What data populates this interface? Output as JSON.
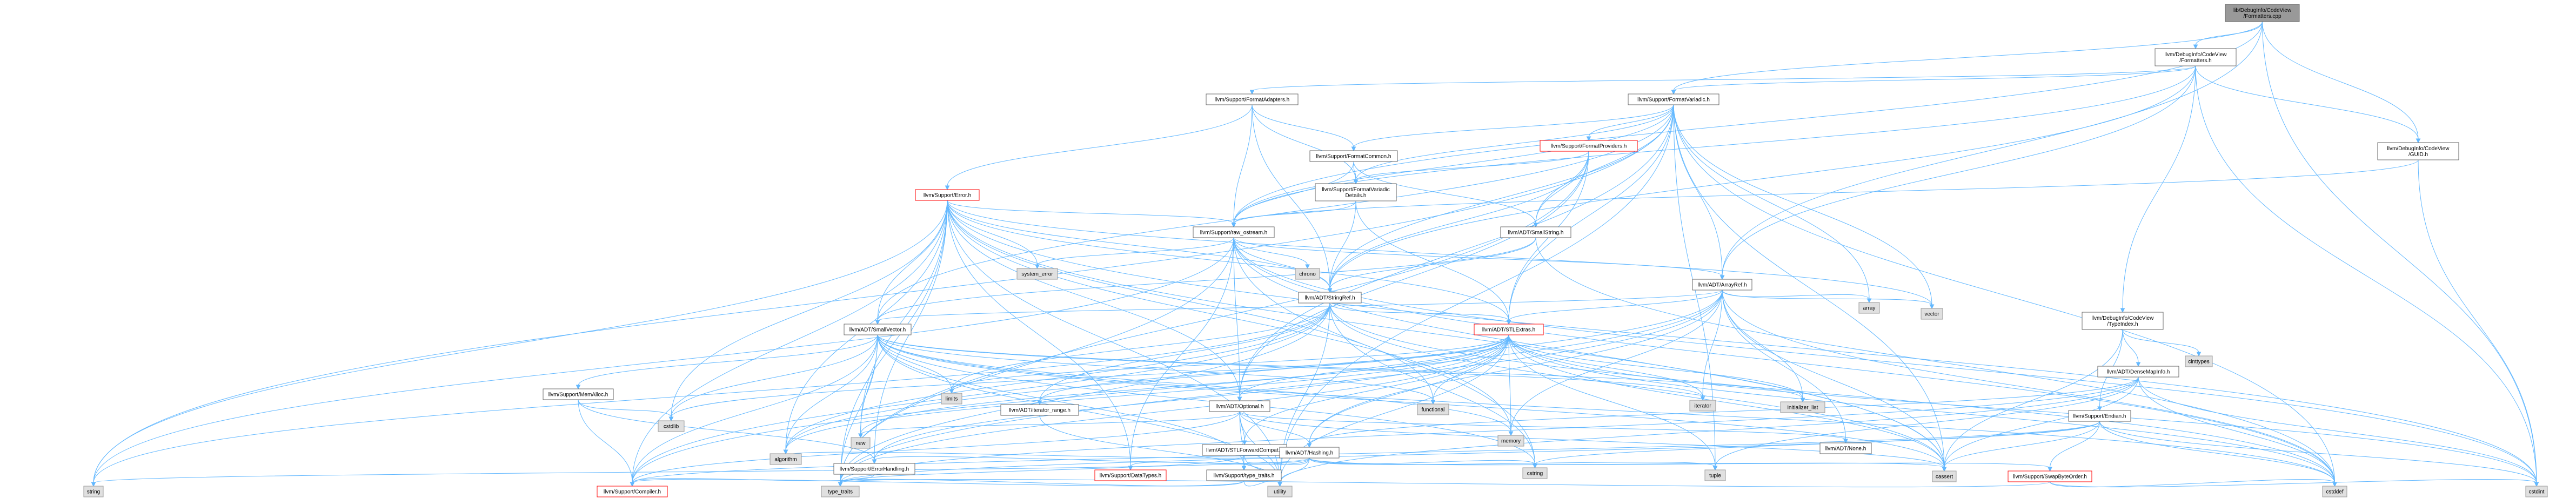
{
  "colors": {
    "edge": "#63b8ff",
    "root_fill": "#999999",
    "root_stroke": "#666666",
    "node_fill": "#ffffff",
    "node_stroke": "#666666",
    "system_fill": "#e0e0e0",
    "system_stroke": "#999999",
    "incomplete_stroke": "#ff0000"
  },
  "nodes": [
    {
      "id": "root",
      "lines": [
        "lib/DebugInfo/CodeView",
        "/Formatters.cpp"
      ],
      "kind": "root"
    },
    {
      "id": "formatters_h",
      "lines": [
        "llvm/DebugInfo/CodeView",
        "/Formatters.h"
      ],
      "kind": "normal"
    },
    {
      "id": "format_adapters",
      "lines": [
        "llvm/Support/FormatAdapters.h"
      ],
      "kind": "normal"
    },
    {
      "id": "format_variadic",
      "lines": [
        "llvm/Support/FormatVariadic.h"
      ],
      "kind": "normal"
    },
    {
      "id": "guid_h",
      "lines": [
        "llvm/DebugInfo/CodeView",
        "/GUID.h"
      ],
      "kind": "normal"
    },
    {
      "id": "format_common",
      "lines": [
        "llvm/Support/FormatCommon.h"
      ],
      "kind": "normal"
    },
    {
      "id": "format_providers",
      "lines": [
        "llvm/Support/FormatProviders.h"
      ],
      "kind": "incomplete"
    },
    {
      "id": "error_h",
      "lines": [
        "llvm/Support/Error.h"
      ],
      "kind": "incomplete"
    },
    {
      "id": "fv_details",
      "lines": [
        "llvm/Support/FormatVariadic",
        "Details.h"
      ],
      "kind": "normal"
    },
    {
      "id": "small_string",
      "lines": [
        "llvm/ADT/SmallString.h"
      ],
      "kind": "normal"
    },
    {
      "id": "raw_ostream",
      "lines": [
        "llvm/Support/raw_ostream.h"
      ],
      "kind": "normal"
    },
    {
      "id": "system_error",
      "lines": [
        "system_error"
      ],
      "kind": "system"
    },
    {
      "id": "chrono",
      "lines": [
        "chrono"
      ],
      "kind": "system"
    },
    {
      "id": "string_ref",
      "lines": [
        "llvm/ADT/StringRef.h"
      ],
      "kind": "normal"
    },
    {
      "id": "array_ref",
      "lines": [
        "llvm/ADT/ArrayRef.h"
      ],
      "kind": "normal"
    },
    {
      "id": "array",
      "lines": [
        "array"
      ],
      "kind": "system"
    },
    {
      "id": "vector",
      "lines": [
        "vector"
      ],
      "kind": "system"
    },
    {
      "id": "type_index",
      "lines": [
        "llvm/DebugInfo/CodeView",
        "/TypeIndex.h"
      ],
      "kind": "normal"
    },
    {
      "id": "small_vector",
      "lines": [
        "llvm/ADT/SmallVector.h"
      ],
      "kind": "normal"
    },
    {
      "id": "stl_extras",
      "lines": [
        "llvm/ADT/STLExtras.h"
      ],
      "kind": "incomplete"
    },
    {
      "id": "cinttypes",
      "lines": [
        "cinttypes"
      ],
      "kind": "system"
    },
    {
      "id": "dense_map_info",
      "lines": [
        "llvm/ADT/DenseMapInfo.h"
      ],
      "kind": "normal"
    },
    {
      "id": "mem_alloc",
      "lines": [
        "llvm/Support/MemAlloc.h"
      ],
      "kind": "normal"
    },
    {
      "id": "limits",
      "lines": [
        "limits"
      ],
      "kind": "system"
    },
    {
      "id": "iterator_range",
      "lines": [
        "llvm/ADT/iterator_range.h"
      ],
      "kind": "normal"
    },
    {
      "id": "functional",
      "lines": [
        "functional"
      ],
      "kind": "system"
    },
    {
      "id": "optional_h",
      "lines": [
        "llvm/ADT/Optional.h"
      ],
      "kind": "normal"
    },
    {
      "id": "iterator",
      "lines": [
        "iterator"
      ],
      "kind": "system"
    },
    {
      "id": "initializer_list",
      "lines": [
        "initializer_list"
      ],
      "kind": "system"
    },
    {
      "id": "endian",
      "lines": [
        "llvm/Support/Endian.h"
      ],
      "kind": "normal"
    },
    {
      "id": "cstdlib",
      "lines": [
        "cstdlib"
      ],
      "kind": "system"
    },
    {
      "id": "new",
      "lines": [
        "new"
      ],
      "kind": "system"
    },
    {
      "id": "stl_forward_compat",
      "lines": [
        "llvm/ADT/STLForwardCompat.h"
      ],
      "kind": "normal"
    },
    {
      "id": "memory",
      "lines": [
        "memory"
      ],
      "kind": "system"
    },
    {
      "id": "none_h",
      "lines": [
        "llvm/ADT/None.h"
      ],
      "kind": "normal"
    },
    {
      "id": "hashing",
      "lines": [
        "llvm/ADT/Hashing.h"
      ],
      "kind": "normal"
    },
    {
      "id": "algorithm",
      "lines": [
        "algorithm"
      ],
      "kind": "system"
    },
    {
      "id": "error_handling",
      "lines": [
        "llvm/Support/ErrorHandling.h"
      ],
      "kind": "normal"
    },
    {
      "id": "data_types",
      "lines": [
        "llvm/Support/DataTypes.h"
      ],
      "kind": "incomplete"
    },
    {
      "id": "type_traits_h",
      "lines": [
        "llvm/Support/type_traits.h"
      ],
      "kind": "normal"
    },
    {
      "id": "cstring",
      "lines": [
        "cstring"
      ],
      "kind": "system"
    },
    {
      "id": "tuple",
      "lines": [
        "tuple"
      ],
      "kind": "system"
    },
    {
      "id": "cassert",
      "lines": [
        "cassert"
      ],
      "kind": "system"
    },
    {
      "id": "swap_byte_order",
      "lines": [
        "llvm/Support/SwapByteOrder.h"
      ],
      "kind": "incomplete"
    },
    {
      "id": "string",
      "lines": [
        "string"
      ],
      "kind": "system"
    },
    {
      "id": "compiler",
      "lines": [
        "llvm/Support/Compiler.h"
      ],
      "kind": "incomplete"
    },
    {
      "id": "type_traits",
      "lines": [
        "type_traits"
      ],
      "kind": "system"
    },
    {
      "id": "utility",
      "lines": [
        "utility"
      ],
      "kind": "system"
    },
    {
      "id": "cstddef",
      "lines": [
        "cstddef"
      ],
      "kind": "system"
    },
    {
      "id": "cstdint",
      "lines": [
        "cstdint"
      ],
      "kind": "system"
    }
  ],
  "edges": [
    [
      "root",
      "formatters_h"
    ],
    [
      "root",
      "guid_h"
    ],
    [
      "root",
      "raw_ostream"
    ],
    [
      "root",
      "array_ref"
    ],
    [
      "root",
      "format_variadic"
    ],
    [
      "root",
      "cstdint"
    ],
    [
      "formatters_h",
      "format_adapters"
    ],
    [
      "formatters_h",
      "format_variadic"
    ],
    [
      "formatters_h",
      "guid_h"
    ],
    [
      "formatters_h",
      "type_index"
    ],
    [
      "formatters_h",
      "raw_ostream"
    ],
    [
      "formatters_h",
      "string_ref"
    ],
    [
      "formatters_h",
      "array_ref"
    ],
    [
      "formatters_h",
      "cstdint"
    ],
    [
      "format_adapters",
      "format_common"
    ],
    [
      "format_adapters",
      "fv_details"
    ],
    [
      "format_adapters",
      "error_h"
    ],
    [
      "format_adapters",
      "raw_ostream"
    ],
    [
      "format_adapters",
      "string_ref"
    ],
    [
      "format_variadic",
      "format_common"
    ],
    [
      "format_variadic",
      "format_providers"
    ],
    [
      "format_variadic",
      "fv_details"
    ],
    [
      "format_variadic",
      "small_string"
    ],
    [
      "format_variadic",
      "raw_ostream"
    ],
    [
      "format_variadic",
      "string_ref"
    ],
    [
      "format_variadic",
      "array_ref"
    ],
    [
      "format_variadic",
      "stl_extras"
    ],
    [
      "format_variadic",
      "optional_h"
    ],
    [
      "format_variadic",
      "small_vector"
    ],
    [
      "format_variadic",
      "string"
    ],
    [
      "format_variadic",
      "vector"
    ],
    [
      "format_variadic",
      "cstddef"
    ],
    [
      "format_variadic",
      "array"
    ],
    [
      "format_variadic",
      "cassert"
    ],
    [
      "format_variadic",
      "tuple"
    ],
    [
      "format_variadic",
      "utility"
    ],
    [
      "guid_h",
      "raw_ostream"
    ],
    [
      "guid_h",
      "cstdint"
    ],
    [
      "format_common",
      "fv_details"
    ],
    [
      "format_common",
      "raw_ostream"
    ],
    [
      "format_common",
      "small_string"
    ],
    [
      "format_providers",
      "fv_details"
    ],
    [
      "format_providers",
      "stl_extras"
    ],
    [
      "format_providers",
      "small_string"
    ],
    [
      "format_providers",
      "string_ref"
    ],
    [
      "format_providers",
      "optional_h"
    ],
    [
      "format_providers",
      "type_traits"
    ],
    [
      "error_h",
      "raw_ostream"
    ],
    [
      "error_h",
      "system_error"
    ],
    [
      "error_h",
      "small_vector"
    ],
    [
      "error_h",
      "stl_extras"
    ],
    [
      "error_h",
      "string_ref"
    ],
    [
      "error_h",
      "error_handling"
    ],
    [
      "error_h",
      "compiler"
    ],
    [
      "error_h",
      "algorithm"
    ],
    [
      "error_h",
      "cassert"
    ],
    [
      "error_h",
      "cstdint"
    ],
    [
      "error_h",
      "cstdlib"
    ],
    [
      "error_h",
      "functional"
    ],
    [
      "error_h",
      "memory"
    ],
    [
      "error_h",
      "new"
    ],
    [
      "error_h",
      "optional_h"
    ],
    [
      "error_h",
      "string"
    ],
    [
      "error_h",
      "type_traits"
    ],
    [
      "error_h",
      "utility"
    ],
    [
      "error_h",
      "vector"
    ],
    [
      "error_h",
      "data_types"
    ],
    [
      "fv_details",
      "string_ref"
    ],
    [
      "fv_details",
      "raw_ostream"
    ],
    [
      "fv_details",
      "stl_extras"
    ],
    [
      "small_string",
      "small_vector"
    ],
    [
      "small_string",
      "string_ref"
    ],
    [
      "small_string",
      "cstddef"
    ],
    [
      "raw_ostream",
      "array_ref"
    ],
    [
      "raw_ostream",
      "string_ref"
    ],
    [
      "raw_ostream",
      "data_types"
    ],
    [
      "raw_ostream",
      "cassert"
    ],
    [
      "raw_ostream",
      "chrono"
    ],
    [
      "raw_ostream",
      "cstddef"
    ],
    [
      "raw_ostream",
      "cstdint"
    ],
    [
      "raw_ostream",
      "cstring"
    ],
    [
      "raw_ostream",
      "optional_h"
    ],
    [
      "raw_ostream",
      "string"
    ],
    [
      "raw_ostream",
      "system_error"
    ],
    [
      "raw_ostream",
      "type_traits"
    ],
    [
      "string_ref",
      "stl_extras"
    ],
    [
      "string_ref",
      "iterator_range"
    ],
    [
      "string_ref",
      "compiler"
    ],
    [
      "string_ref",
      "algorithm"
    ],
    [
      "string_ref",
      "cassert"
    ],
    [
      "string_ref",
      "cstddef"
    ],
    [
      "string_ref",
      "cstring"
    ],
    [
      "string_ref",
      "limits"
    ],
    [
      "string_ref",
      "string"
    ],
    [
      "string_ref",
      "type_traits"
    ],
    [
      "string_ref",
      "utility"
    ],
    [
      "array_ref",
      "hashing"
    ],
    [
      "array_ref",
      "none_h"
    ],
    [
      "array_ref",
      "small_vector"
    ],
    [
      "array_ref",
      "stl_extras"
    ],
    [
      "array_ref",
      "compiler"
    ],
    [
      "array_ref",
      "algorithm"
    ],
    [
      "array_ref",
      "array"
    ],
    [
      "array_ref",
      "cassert"
    ],
    [
      "array_ref",
      "cstddef"
    ],
    [
      "array_ref",
      "initializer_list"
    ],
    [
      "array_ref",
      "iterator"
    ],
    [
      "array_ref",
      "memory"
    ],
    [
      "array_ref",
      "type_traits"
    ],
    [
      "array_ref",
      "vector"
    ],
    [
      "type_index",
      "dense_map_info"
    ],
    [
      "type_index",
      "endian"
    ],
    [
      "type_index",
      "cassert"
    ],
    [
      "type_index",
      "cinttypes"
    ],
    [
      "dense_map_info",
      "hashing"
    ],
    [
      "dense_map_info",
      "cassert"
    ],
    [
      "dense_map_info",
      "cstddef"
    ],
    [
      "dense_map_info",
      "cstdint"
    ],
    [
      "dense_map_info",
      "tuple"
    ],
    [
      "dense_map_info",
      "type_traits"
    ],
    [
      "dense_map_info",
      "utility"
    ],
    [
      "small_vector",
      "compiler"
    ],
    [
      "small_vector",
      "mem_alloc"
    ],
    [
      "small_vector",
      "type_traits_h"
    ],
    [
      "small_vector",
      "algorithm"
    ],
    [
      "small_vector",
      "cassert"
    ],
    [
      "small_vector",
      "cstddef"
    ],
    [
      "small_vector",
      "cstdlib"
    ],
    [
      "small_vector",
      "cstring"
    ],
    [
      "small_vector",
      "functional"
    ],
    [
      "small_vector",
      "initializer_list"
    ],
    [
      "small_vector",
      "iterator"
    ],
    [
      "small_vector",
      "limits"
    ],
    [
      "small_vector",
      "memory"
    ],
    [
      "small_vector",
      "new"
    ],
    [
      "small_vector",
      "type_traits"
    ],
    [
      "small_vector",
      "utility"
    ],
    [
      "mem_alloc",
      "compiler"
    ],
    [
      "mem_alloc",
      "error_handling"
    ],
    [
      "mem_alloc",
      "cstdlib"
    ],
    [
      "stl_extras",
      "optional_h"
    ],
    [
      "stl_extras",
      "stl_forward_compat"
    ],
    [
      "stl_extras",
      "iterator_range"
    ],
    [
      "stl_extras",
      "functional"
    ],
    [
      "stl_extras",
      "iterator"
    ],
    [
      "stl_extras",
      "initializer_list"
    ],
    [
      "stl_extras",
      "memory"
    ],
    [
      "stl_extras",
      "new"
    ],
    [
      "stl_extras",
      "cassert"
    ],
    [
      "stl_extras",
      "cstddef"
    ],
    [
      "stl_extras",
      "cstdint"
    ],
    [
      "stl_extras",
      "cstdlib"
    ],
    [
      "stl_extras",
      "limits"
    ],
    [
      "stl_extras",
      "tuple"
    ],
    [
      "stl_extras",
      "type_traits"
    ],
    [
      "stl_extras",
      "utility"
    ],
    [
      "stl_extras",
      "algorithm"
    ],
    [
      "stl_extras",
      "error_handling"
    ],
    [
      "stl_extras",
      "hashing"
    ],
    [
      "optional_h",
      "hashing"
    ],
    [
      "optional_h",
      "none_h"
    ],
    [
      "optional_h",
      "stl_forward_compat"
    ],
    [
      "optional_h",
      "compiler"
    ],
    [
      "optional_h",
      "type_traits_h"
    ],
    [
      "optional_h",
      "cassert"
    ],
    [
      "optional_h",
      "new"
    ],
    [
      "optional_h",
      "utility"
    ],
    [
      "iterator_range",
      "utility"
    ],
    [
      "endian",
      "swap_byte_order"
    ],
    [
      "endian",
      "compiler"
    ],
    [
      "endian",
      "cassert"
    ],
    [
      "endian",
      "cstddef"
    ],
    [
      "endian",
      "cstdint"
    ],
    [
      "endian",
      "cstring"
    ],
    [
      "endian",
      "type_traits"
    ],
    [
      "stl_forward_compat",
      "type_traits"
    ],
    [
      "stl_forward_compat",
      "utility"
    ],
    [
      "hashing",
      "error_handling"
    ],
    [
      "hashing",
      "data_types"
    ],
    [
      "hashing",
      "type_traits_h"
    ],
    [
      "hashing",
      "swap_byte_order"
    ],
    [
      "hashing",
      "algorithm"
    ],
    [
      "hashing",
      "cassert"
    ],
    [
      "hashing",
      "cstring"
    ],
    [
      "hashing",
      "string"
    ],
    [
      "hashing",
      "tuple"
    ],
    [
      "hashing",
      "utility"
    ],
    [
      "error_handling",
      "compiler"
    ],
    [
      "type_traits_h",
      "compiler"
    ],
    [
      "type_traits_h",
      "type_traits"
    ],
    [
      "type_traits_h",
      "utility"
    ],
    [
      "swap_byte_order",
      "cstddef"
    ],
    [
      "swap_byte_order",
      "cstdint"
    ],
    [
      "swap_byte_order",
      "type_traits"
    ]
  ]
}
